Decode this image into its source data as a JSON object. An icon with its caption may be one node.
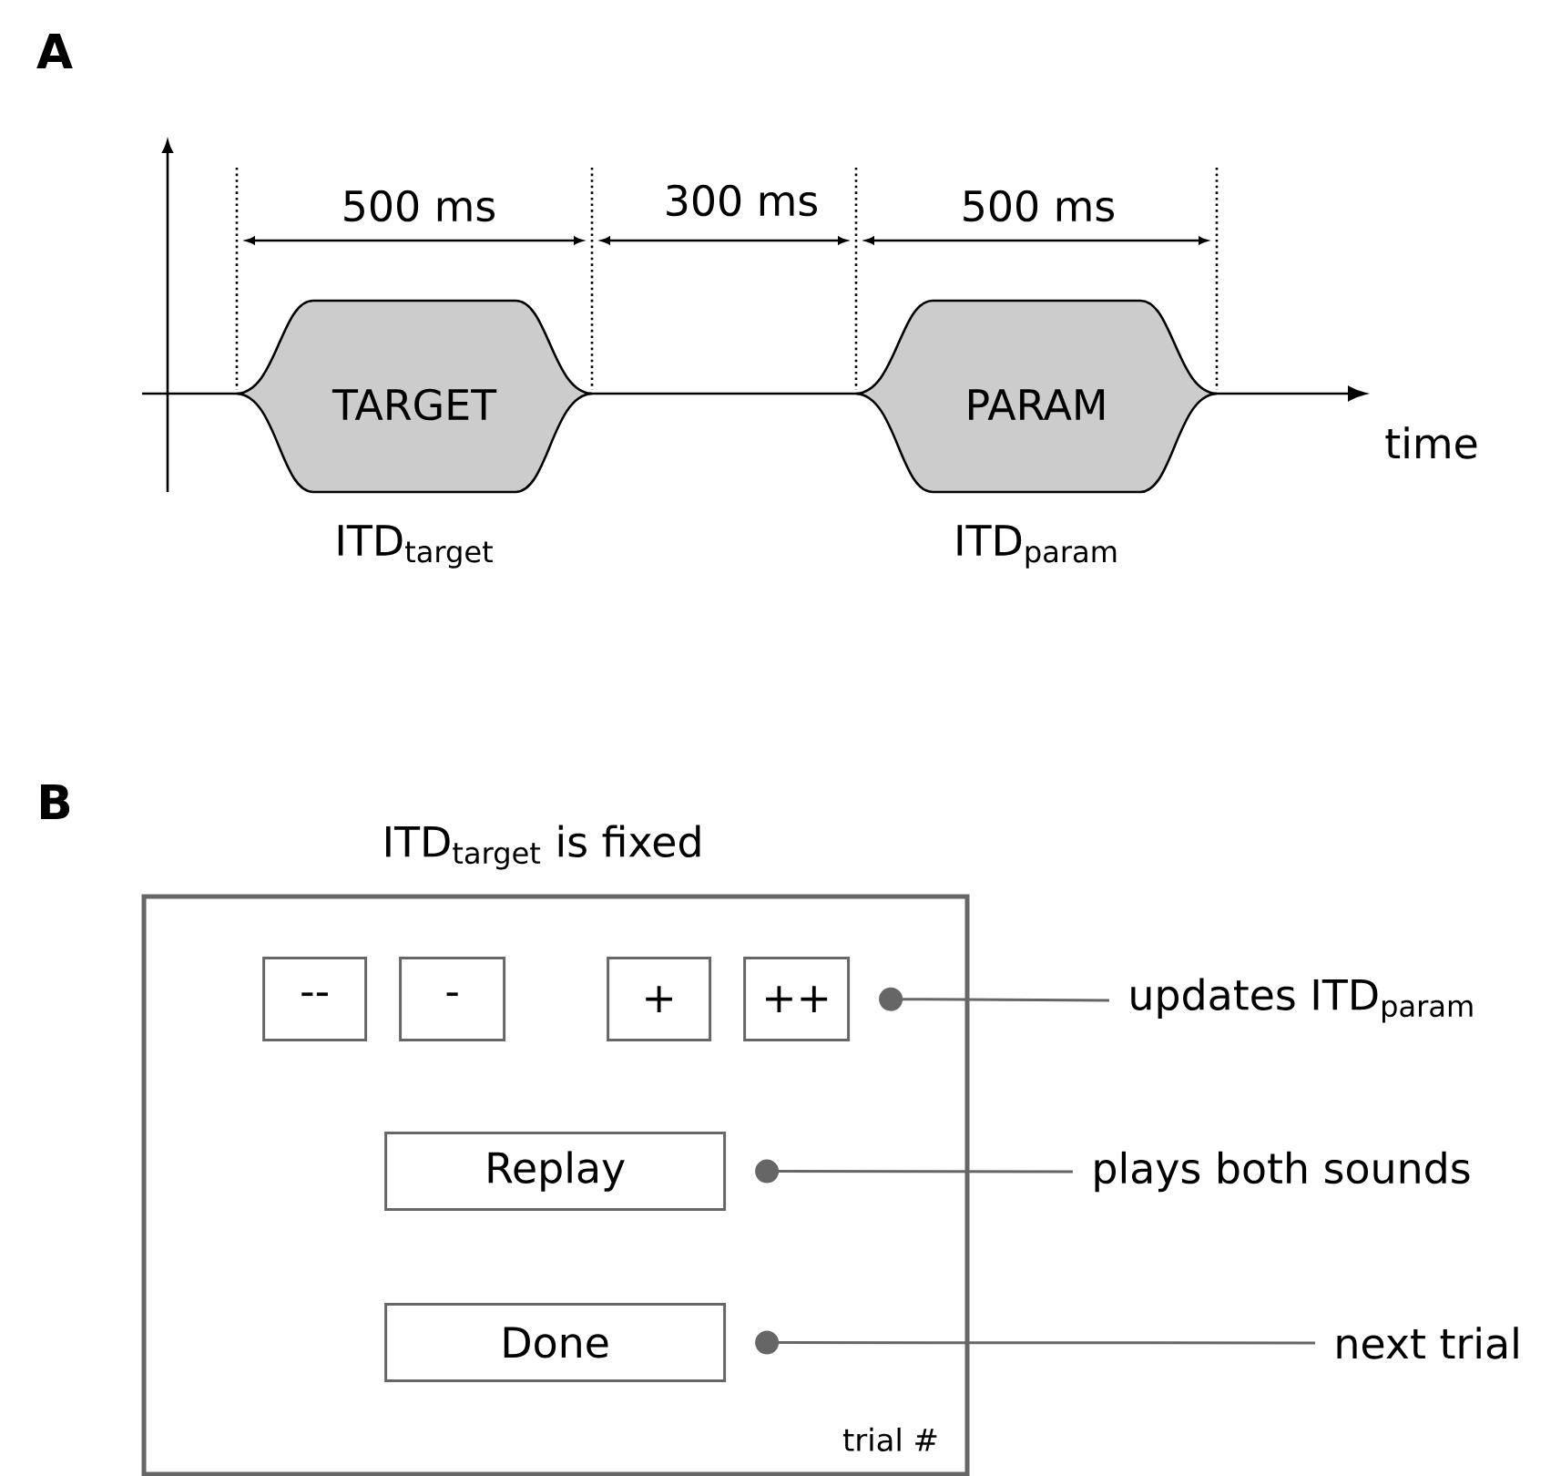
{
  "diagram": {
    "nodes": [
      {
        "text": [
          "TARGET"
        ],
        "beside": [
          "ITD$_{target}$"
        ]
      },
      {
        "text": [
          "PARAM"
        ],
        "beside": [
          "ITD$_{param}$"
        ]
      },
      {
        "text": [
          "ITD$_{target}$ is fixed",
          "trial #"
        ]
      },
      {
        "text": [
          "--"
        ],
        "in": 2
      },
      {
        "text": [
          "-"
        ],
        "in": 2
      },
      {
        "text": [
          "+"
        ],
        "in": 2
      },
      {
        "text": [
          "++"
        ],
        "in": 2
      },
      {
        "text": [
          "Replay"
        ],
        "in": 2
      },
      {
        "text": [
          "Done"
        ],
        "in": 2
      },
      {
        "text": [
          "updates  ITD$_{param}$"
        ]
      },
      {
        "text": [
          "plays both sounds"
        ]
      },
      {
        "text": [
          "next trial"
        ]
      }
    ],
    "edges": [
      {
        "from": 9,
        "to": 6,
        "arrow": "other"
      },
      {
        "from": 10,
        "to": 7,
        "arrow": "other"
      },
      {
        "from": 11,
        "to": 8,
        "arrow": "other"
      }
    ],
    "labels": [
      "A",
      "500 ms",
      "300 ms",
      "500 ms",
      "time",
      "B"
    ]
  }
}
